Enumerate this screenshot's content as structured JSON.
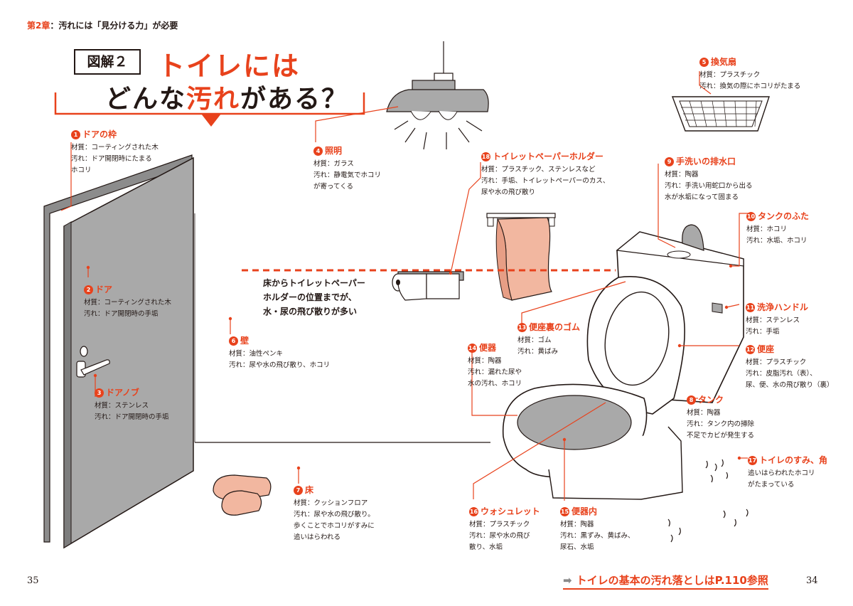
{
  "header": {
    "chapter": "第2章",
    "text": "：汚れには「見分ける力」が必要"
  },
  "title": {
    "zukai": "図解２",
    "line1": "トイレには",
    "line2_pre": "どんな",
    "line2_red": "汚れ",
    "line2_post": "がある？"
  },
  "note": {
    "line1": "床からトイレットペーパー",
    "line2": "ホルダーの位置までが、",
    "line3": "水・尿の飛び散りが多い"
  },
  "labels": [
    {
      "num": "1",
      "title": "ドアの枠",
      "lines": [
        "材質：コーティングされた木",
        "汚れ：ドア開閉時にたまる",
        "ホコリ"
      ]
    },
    {
      "num": "2",
      "title": "ドア",
      "lines": [
        "材質：コーティングされた木",
        "汚れ：ドア開閉時の手垢"
      ]
    },
    {
      "num": "3",
      "title": "ドアノブ",
      "lines": [
        "材質：ステンレス",
        "汚れ：ドア開閉時の手垢"
      ]
    },
    {
      "num": "4",
      "title": "照明",
      "lines": [
        "材質：ガラス",
        "汚れ：静電気でホコリ",
        "が寄ってくる"
      ]
    },
    {
      "num": "5",
      "title": "換気扇",
      "lines": [
        "材質：プラスチック",
        "汚れ：換気の際にホコリがたまる"
      ]
    },
    {
      "num": "6",
      "title": "壁",
      "lines": [
        "材質：油性ペンキ",
        "汚れ：尿や水の飛び散り、ホコリ"
      ]
    },
    {
      "num": "7",
      "title": "床",
      "lines": [
        "材質：クッションフロア",
        "汚れ：尿や水の飛び散り。",
        "歩くことでホコリがすみに",
        "追いはらわれる"
      ]
    },
    {
      "num": "8",
      "title": "タンク",
      "lines": [
        "材質：陶器",
        "汚れ：タンク内の掃除",
        "不足でカビが発生する"
      ]
    },
    {
      "num": "9",
      "title": "手洗いの排水口",
      "lines": [
        "材質：陶器",
        "汚れ：手洗い用蛇口から出る",
        "水が水垢になって固まる"
      ]
    },
    {
      "num": "10",
      "title": "タンクのふた",
      "lines": [
        "材質：ホコリ",
        "汚れ：水垢、ホコリ"
      ]
    },
    {
      "num": "11",
      "title": "洗浄ハンドル",
      "lines": [
        "材質：ステンレス",
        "汚れ：手垢"
      ]
    },
    {
      "num": "12",
      "title": "便座",
      "lines": [
        "材質：プラスチック",
        "汚れ：皮脂汚れ（表）、",
        "尿、便、水の飛び散り（裏）"
      ]
    },
    {
      "num": "13",
      "title": "便座裏のゴム",
      "lines": [
        "材質：ゴム",
        "汚れ：黄ばみ"
      ]
    },
    {
      "num": "14",
      "title": "便器",
      "lines": [
        "材質：陶器",
        "汚れ：漏れた尿や",
        "水の汚れ、ホコリ"
      ]
    },
    {
      "num": "15",
      "title": "便器内",
      "lines": [
        "材質：陶器",
        "汚れ：黒ずみ、黄ばみ、",
        "尿石、水垢"
      ]
    },
    {
      "num": "16",
      "title": "ウォシュレット",
      "lines": [
        "材質：プラスチック",
        "汚れ：尿や水の飛び",
        "散り、水垢"
      ]
    },
    {
      "num": "17",
      "title": "トイレのすみ、角",
      "lines": [
        "追いはらわれたホコリ",
        "がたまっている"
      ]
    },
    {
      "num": "18",
      "title": "トイレットペーパーホルダー",
      "lines": [
        "材質：プラスチック、ステンレスなど",
        "汚れ：手垢、トイレットペーパーのカス、",
        "尿や水の飛び散り"
      ]
    }
  ],
  "footer": {
    "page_left": "35",
    "page_right": "34",
    "ref_arrow": "➡",
    "ref_text": "トイレの基本の汚れ落としはP.110参照"
  },
  "colors": {
    "accent": "#e8421c",
    "ink": "#231815",
    "door": "#a9a9a9",
    "towel": "#f2b7a0"
  }
}
